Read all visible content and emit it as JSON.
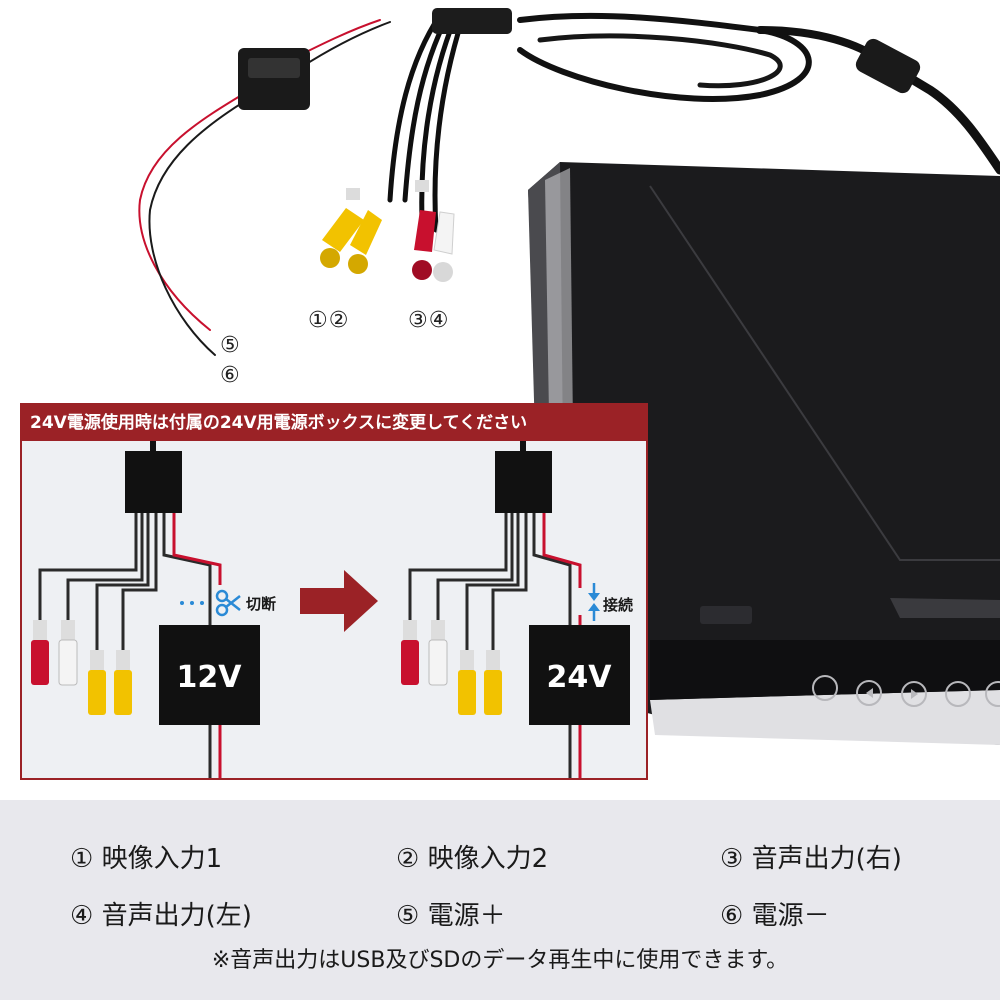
{
  "photo": {
    "connector_labels": [
      "①②",
      "③④",
      "⑤",
      "⑥"
    ]
  },
  "diagram": {
    "banner": "24V電源使用時は付属の24V用電源ボックスに変更してください",
    "cut_label": "切断",
    "connect_label": "接続",
    "left_box_label": "12V",
    "right_box_label": "24V"
  },
  "legend": {
    "items": [
      "① 映像入力1",
      "② 映像入力2",
      "③ 音声出力(右)",
      "④ 音声出力(左)",
      "⑤ 電源＋",
      "⑥ 電源－"
    ],
    "note": "※音声出力はUSB及びSDのデータ再生中に使用できます。"
  },
  "colors": {
    "accent": "#9b2226",
    "rca_red": "#c8102e",
    "rca_yellow": "#f2c200",
    "rca_white": "#f4f4f4",
    "arrow_blue": "#2a8ad6"
  }
}
